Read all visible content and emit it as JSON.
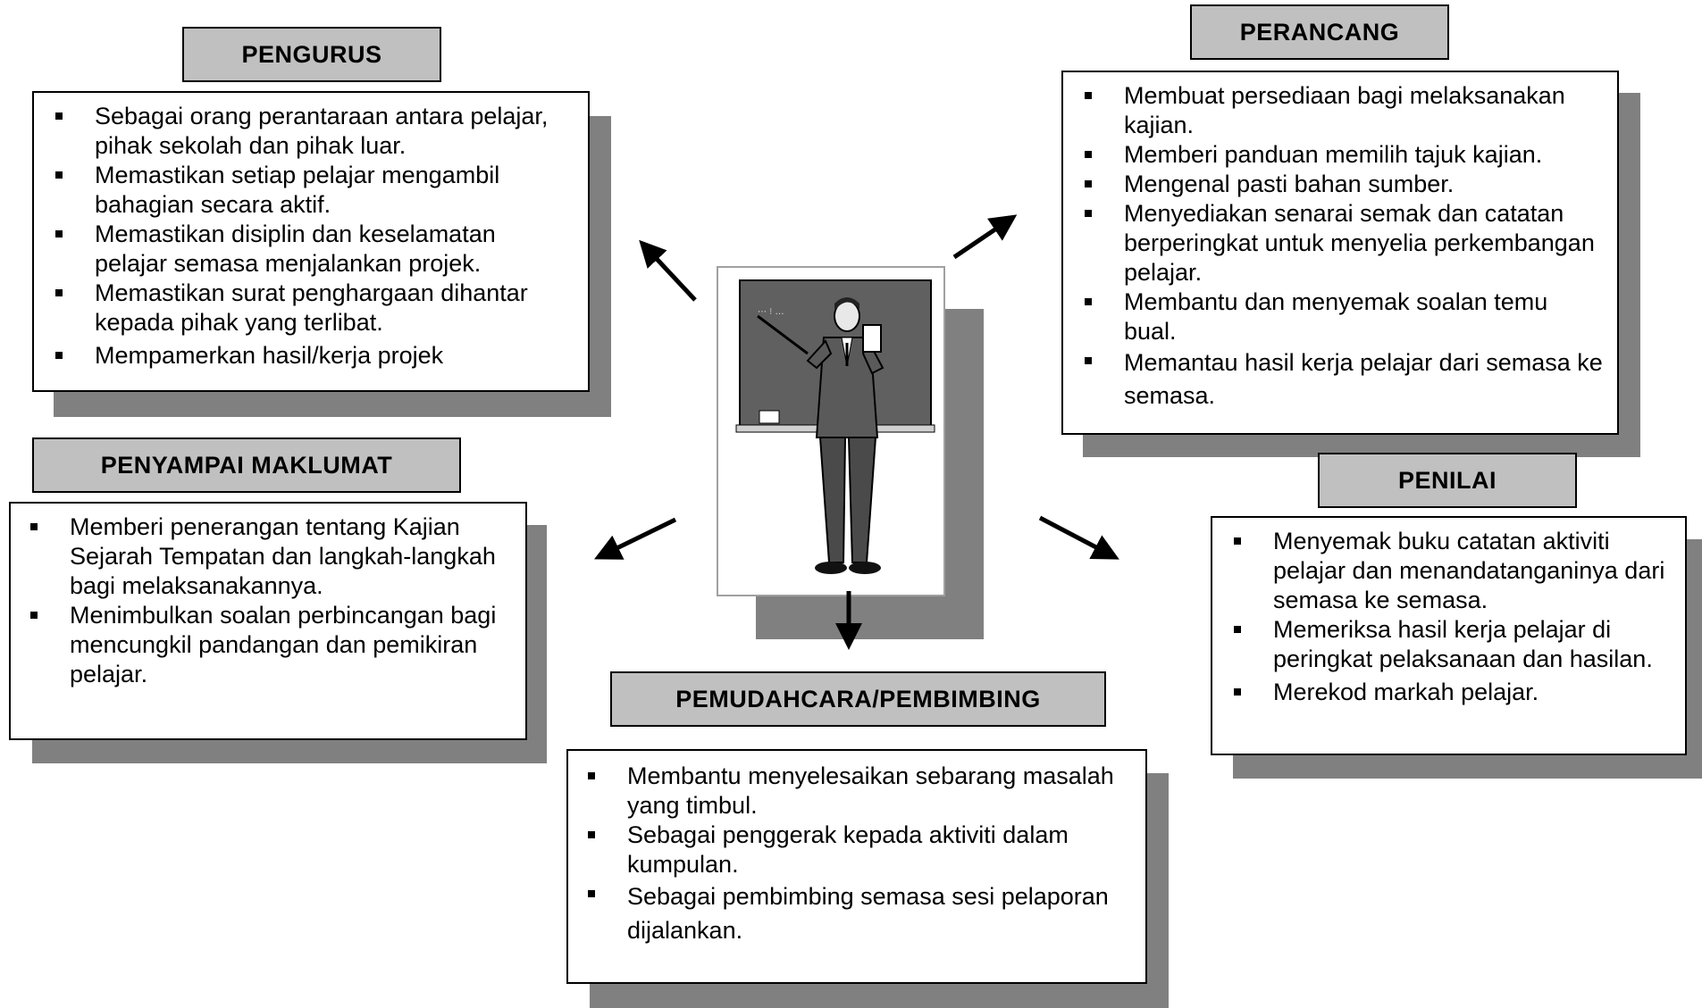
{
  "roles": {
    "pengurus": {
      "title": "PENGURUS",
      "items": [
        "Sebagai orang perantaraan antara pelajar, pihak sekolah dan pihak luar.",
        "Memastikan setiap pelajar mengambil bahagian secara aktif.",
        "Memastikan disiplin dan keselamatan pelajar semasa menjalankan projek.",
        "Memastikan surat penghargaan dihantar kepada pihak yang terlibat.",
        "Mempamerkan hasil/kerja projek"
      ]
    },
    "perancang": {
      "title": "PERANCANG",
      "items": [
        "Membuat persediaan bagi melaksanakan kajian.",
        "Memberi panduan memilih tajuk kajian.",
        "Mengenal pasti bahan sumber.",
        "Menyediakan senarai semak dan catatan berperingkat untuk menyelia perkembangan pelajar.",
        "Membantu dan menyemak soalan temu bual.",
        "Memantau hasil kerja pelajar dari semasa ke semasa."
      ]
    },
    "penyampai": {
      "title": "PENYAMPAI MAKLUMAT",
      "items": [
        "Memberi penerangan tentang Kajian Sejarah Tempatan dan langkah-langkah bagi melaksanakannya.",
        "Menimbulkan soalan perbincangan bagi mencungkil pandangan dan pemikiran pelajar."
      ]
    },
    "penilai": {
      "title": "PENILAI",
      "items": [
        "Menyemak buku catatan aktiviti pelajar dan menandatanganinya dari semasa ke semasa.",
        "Memeriksa hasil kerja pelajar di peringkat pelaksanaan dan hasilan.",
        "Merekod markah pelajar."
      ]
    },
    "pemudahcara": {
      "title": "PEMUDAHCARA/PEMBIMBING",
      "items": [
        "Membantu menyelesaikan sebarang masalah yang timbul.",
        "Sebagai penggerak kepada aktiviti dalam kumpulan.",
        "Sebagai pembimbing semasa sesi pelaporan dijalankan."
      ]
    }
  },
  "center_image": {
    "icon": "teacher-at-blackboard-icon"
  },
  "colors": {
    "title_fill": "#c0c0c0",
    "shadow": "#808080",
    "border": "#000000"
  }
}
